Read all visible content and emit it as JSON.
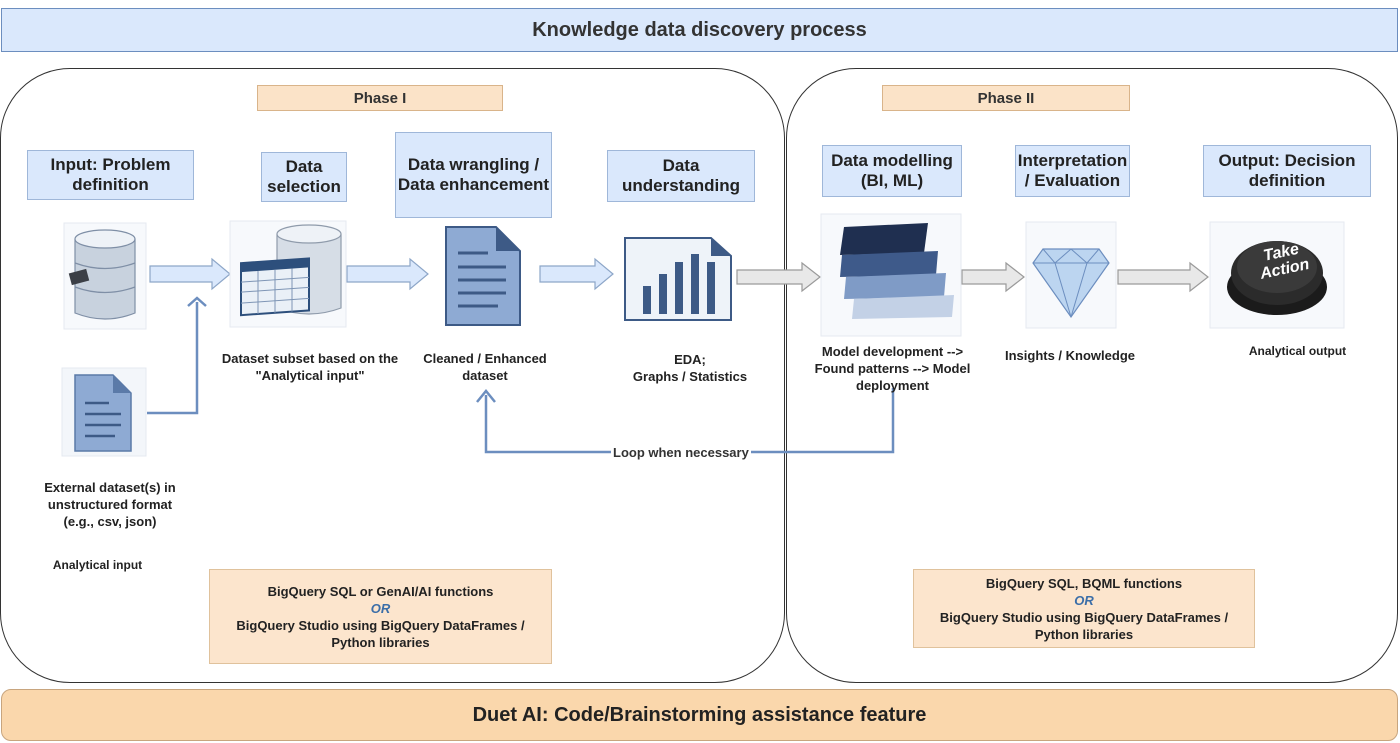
{
  "title": "Knowledge data discovery process",
  "footer": "Duet AI: Code/Brainstorming assistance feature",
  "phases": [
    {
      "label": "Phase I"
    },
    {
      "label": "Phase II"
    }
  ],
  "stages": [
    {
      "label": "Input: Problem\ndefinition",
      "caption": ""
    },
    {
      "label": "Data\nselection",
      "caption": "Dataset subset based on the\n\"Analytical input\""
    },
    {
      "label": "Data wrangling /\nData enhancement",
      "caption": "Cleaned / Enhanced\ndataset"
    },
    {
      "label": "Data\nunderstanding",
      "caption": "EDA;\nGraphs / Statistics"
    },
    {
      "label": "Data modelling\n(BI, ML)",
      "caption": "Model development -->\nFound patterns --> Model\ndeployment"
    },
    {
      "label": "Interpretation\n/ Evaluation",
      "caption": "Insights / Knowledge"
    },
    {
      "label": "Output: Decision\ndefinition",
      "caption": "Analytical output"
    }
  ],
  "external": {
    "caption": "External dataset(s) in\nunstructured format\n(e.g., csv, json)",
    "note": "Analytical input"
  },
  "loop_label": "Loop when necessary",
  "tools": [
    {
      "line1": "BigQuery SQL or GenAI/AI functions",
      "or": "OR",
      "line2": "BigQuery Studio using BigQuery DataFrames /\nPython libraries"
    },
    {
      "line1": "BigQuery SQL, BQML functions",
      "or": "OR",
      "line2": "BigQuery Studio using BigQuery DataFrames /\nPython libraries"
    }
  ],
  "take_action": {
    "line1": "Take",
    "line2": "Action"
  },
  "colors": {
    "stage_fill": "#dae8fc",
    "phase_label_fill": "#fbe3c8",
    "tool_fill": "#fce5cd",
    "arrow_fill": "#dae8fc",
    "loop_line": "#6c8ebf"
  }
}
